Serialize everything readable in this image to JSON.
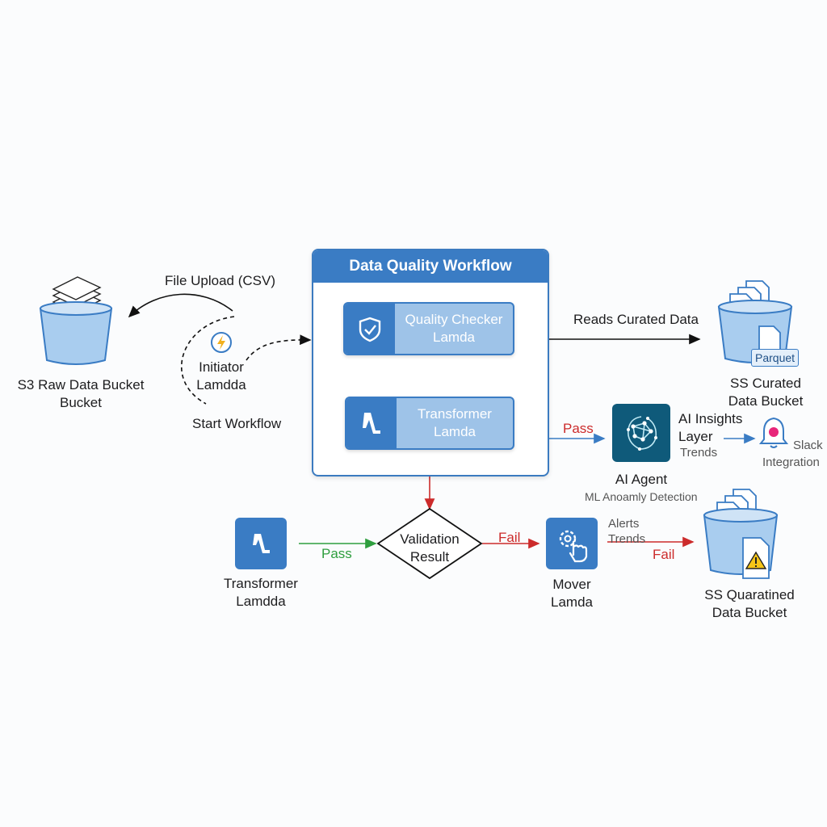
{
  "raw_bucket": {
    "line1": "S3 Raw Data Bucket",
    "line2": "Bucket"
  },
  "file_upload_label": "File Upload (CSV)",
  "initiator": {
    "line1": "Initiator",
    "line2": "Lamdda"
  },
  "start_workflow_label": "Start Workflow",
  "workflow": {
    "title": "Data Quality Workflow",
    "quality_checker": {
      "line1": "Quality Checker",
      "line2": "Lamda"
    },
    "transformer": {
      "line1": "Transformer",
      "line2": "Lamda"
    }
  },
  "reads_curated_label": "Reads Curated Data",
  "curated_bucket": {
    "line1": "SS Curated",
    "line2": "Data Bucket",
    "badge": "Parquet"
  },
  "pass_top_label": "Pass",
  "ai_agent": {
    "title": "AI Agent",
    "subtitle": "ML Anoamly Detection"
  },
  "ai_insights": {
    "line1": "AI Insights",
    "line2": "Layer",
    "trends": "Trends"
  },
  "slack": {
    "line1": "Slack",
    "line2": "Integration"
  },
  "transformer_bottom": {
    "line1": "Transformer",
    "line2": "Lamdda"
  },
  "pass_bottom_label": "Pass",
  "validation": {
    "line1": "Validation",
    "line2": "Result"
  },
  "fail_label_1": "Fail",
  "mover": {
    "line1": "Mover",
    "line2": "Lamda",
    "alerts": "Alerts",
    "trends": "Trends"
  },
  "fail_label_2": "Fail",
  "quarantined_bucket": {
    "line1": "SS Quaratined",
    "line2": "Data Bucket"
  },
  "colors": {
    "blue": "#3a7cc4",
    "light_blue": "#9ec3e8",
    "bucket_fill": "#a9cdef",
    "pass_green": "#2e9e3e",
    "fail_red": "#cc2b2b",
    "dark_teal": "#0f5a7a"
  }
}
